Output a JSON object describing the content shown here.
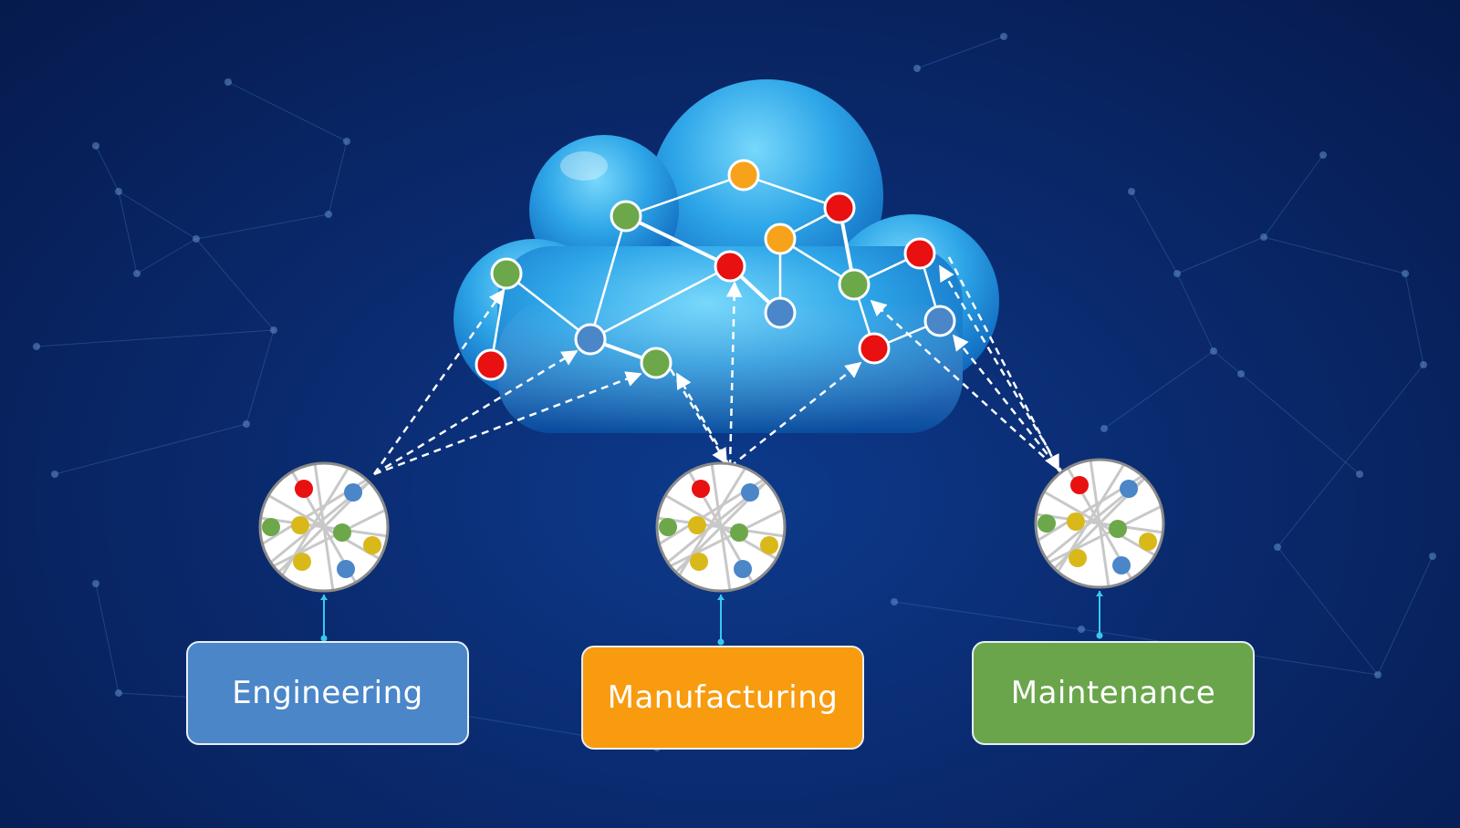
{
  "colors": {
    "background": "#0a2a6e",
    "cloud": "#2ea6e8",
    "node_red": "#e81010",
    "node_green": "#6ca84a",
    "node_orange": "#f7a21b",
    "node_blue": "#4a86c8",
    "node_yellow": "#d9b81a",
    "arrow": "#ffffff",
    "connector": "#37c8f0"
  },
  "departments": [
    {
      "label": "Engineering",
      "color": "#4a86c8"
    },
    {
      "label": "Manufacturing",
      "color": "#f89b0e"
    },
    {
      "label": "Maintenance",
      "color": "#6aa54c"
    }
  ],
  "cloud_graph": {
    "nodes": [
      "green",
      "red",
      "blue",
      "green",
      "green",
      "orange",
      "red",
      "red",
      "orange",
      "blue",
      "green",
      "red",
      "red",
      "blue"
    ],
    "edges": [
      [
        0,
        1
      ],
      [
        0,
        2
      ],
      [
        2,
        3
      ],
      [
        2,
        4
      ],
      [
        2,
        6
      ],
      [
        4,
        5
      ],
      [
        4,
        6
      ],
      [
        5,
        7
      ],
      [
        6,
        9
      ],
      [
        7,
        8
      ],
      [
        7,
        10
      ],
      [
        8,
        10
      ],
      [
        8,
        9
      ],
      [
        10,
        11
      ],
      [
        10,
        12
      ],
      [
        12,
        13
      ],
      [
        11,
        13
      ]
    ]
  },
  "local_graph_nodes": [
    "red",
    "blue",
    "green",
    "yellow",
    "green",
    "yellow",
    "yellow",
    "blue"
  ]
}
